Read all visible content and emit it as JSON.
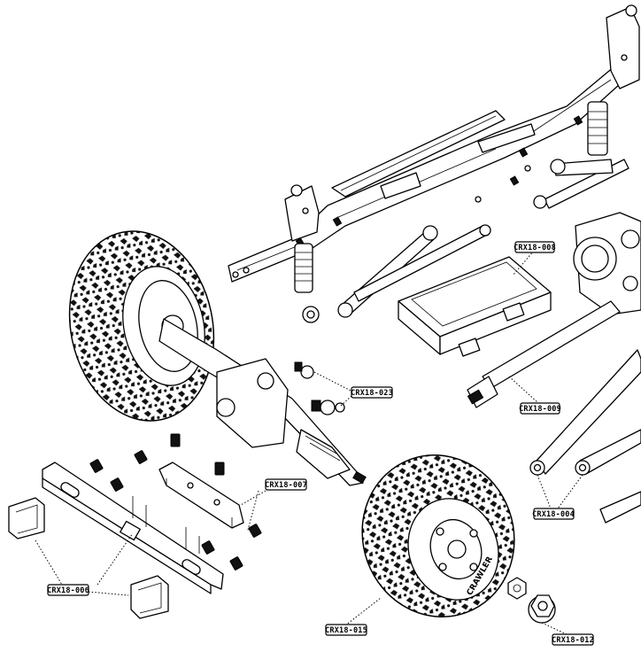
{
  "parts": [
    {
      "id": "CRX18-008"
    },
    {
      "id": "CRX18-023"
    },
    {
      "id": "CRX18-009"
    },
    {
      "id": "CRX18-007"
    },
    {
      "id": "CRX18-004"
    },
    {
      "id": "CRX18-006"
    },
    {
      "id": "CRX18-015"
    },
    {
      "id": "CRX18-012"
    }
  ],
  "tire_sidewall_text": "CRAWLER"
}
